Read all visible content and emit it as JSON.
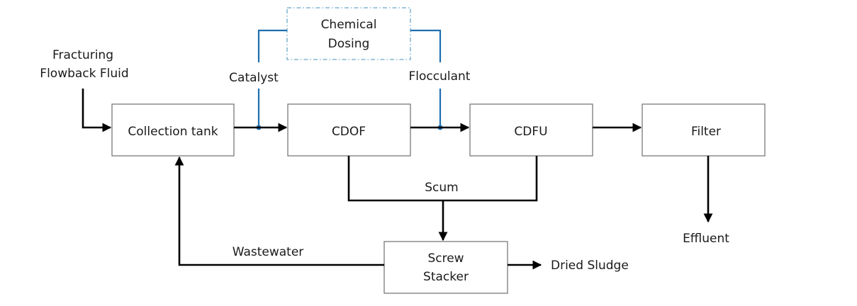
{
  "diagram": {
    "title": "Fracturing flowback fluid treatment process",
    "inputs": {
      "source_line1": "Fracturing",
      "source_line2": "Flowback Fluid"
    },
    "dosing": {
      "line1": "Chemical",
      "line2": "Dosing",
      "catalyst": "Catalyst",
      "flocculant": "Flocculant",
      "line_color": "#1f6fb0",
      "border_color": "#6aa6c6"
    },
    "units": {
      "collection_tank": "Collection tank",
      "cdof": "CDOF",
      "cdfu": "CDFU",
      "filter": "Filter",
      "screw_stacker_line1": "Screw",
      "screw_stacker_line2": "Stacker"
    },
    "streams": {
      "scum": "Scum",
      "wastewater": "Wastewater",
      "dried_sludge": "Dried Sludge",
      "effluent": "Effluent"
    }
  }
}
